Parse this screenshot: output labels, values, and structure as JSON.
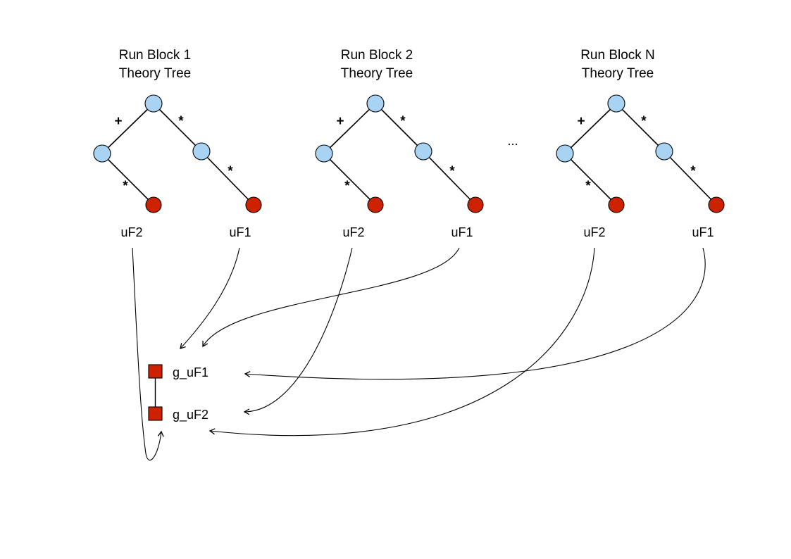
{
  "colors": {
    "background": "#ffffff",
    "internal_node_fill": "#A9D3F2",
    "leaf_node_fill": "#CC2200",
    "global_node_fill": "#CC2200",
    "edge": "#000000",
    "text": "#000000"
  },
  "blocks": [
    {
      "title1": "Run Block 1",
      "title2": "Theory Tree",
      "edge_ops": {
        "left": "+",
        "right": "*",
        "left_lower": "*",
        "right_lower": "*"
      },
      "leaves": {
        "left": "uF2",
        "right": "uF1"
      }
    },
    {
      "title1": "Run Block 2",
      "title2": "Theory Tree",
      "edge_ops": {
        "left": "+",
        "right": "*",
        "left_lower": "*",
        "right_lower": "*"
      },
      "leaves": {
        "left": "uF2",
        "right": "uF1"
      }
    },
    {
      "title1": "Run Block N",
      "title2": "Theory Tree",
      "edge_ops": {
        "left": "+",
        "right": "*",
        "left_lower": "*",
        "right_lower": "*"
      },
      "leaves": {
        "left": "uF2",
        "right": "uF1"
      }
    }
  ],
  "ellipsis": "...",
  "global_functions": [
    {
      "label": "g_uF1"
    },
    {
      "label": "g_uF2"
    }
  ],
  "connections": [
    {
      "from": "Run Block 1 uF1",
      "to": "g_uF1"
    },
    {
      "from": "Run Block 2 uF1",
      "to": "g_uF1"
    },
    {
      "from": "Run Block N uF1",
      "to": "g_uF1"
    },
    {
      "from": "Run Block 1 uF2",
      "to": "g_uF2"
    },
    {
      "from": "Run Block 2 uF2",
      "to": "g_uF2"
    },
    {
      "from": "Run Block N uF2",
      "to": "g_uF2"
    }
  ]
}
